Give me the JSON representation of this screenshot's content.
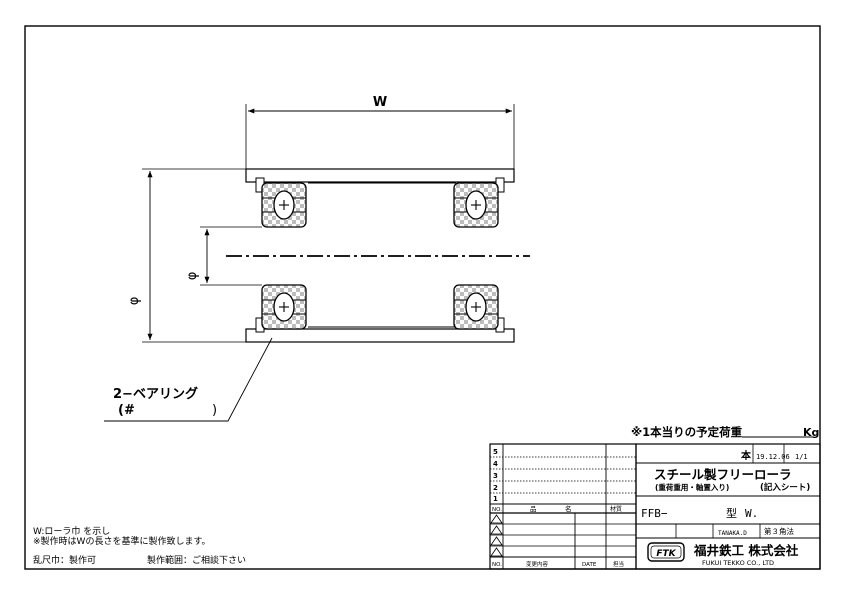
{
  "drawing": {
    "dim_width": "W",
    "dim_outer_diameter": "φ",
    "dim_inner_diameter": "φ",
    "bearing_line1": "2−ベアリング",
    "bearing_line2": "(#",
    "bearing_line2_close": ")"
  },
  "load_note": {
    "label": "※1本当りの予定荷重",
    "unit": "Kg"
  },
  "notes": {
    "line1": "W:ローラ巾 を示し",
    "line2": "※製作時はWの長さを基準に製作致します。",
    "line3_a": "乱尺巾：製作可",
    "line3_b": "製作範囲：ご相談下さい"
  },
  "revision_table": {
    "rows": [
      "5",
      "4",
      "3",
      "2",
      "1"
    ],
    "header": [
      "NO.",
      "品",
      "名",
      "材質"
    ],
    "footer": [
      "NO.",
      "変更内容",
      "DATE",
      "担当"
    ]
  },
  "title_block": {
    "qty": "本",
    "date": "19.12.06",
    "sheet": "1/1",
    "title_main": "スチール製フリーローラ",
    "title_sub1": "(重荷重用・軸置入り)",
    "title_sub2": "(記入シート)",
    "model_prefix": "FFB−",
    "model_mid": "型",
    "model_suffix": "W.",
    "drawn_by": "TANAKA.D",
    "projection": "第３角法",
    "logo": "FTK",
    "company_jp": "福井鉄工 株式会社",
    "company_en": "FUKUI TEKKO CO., LTD"
  }
}
